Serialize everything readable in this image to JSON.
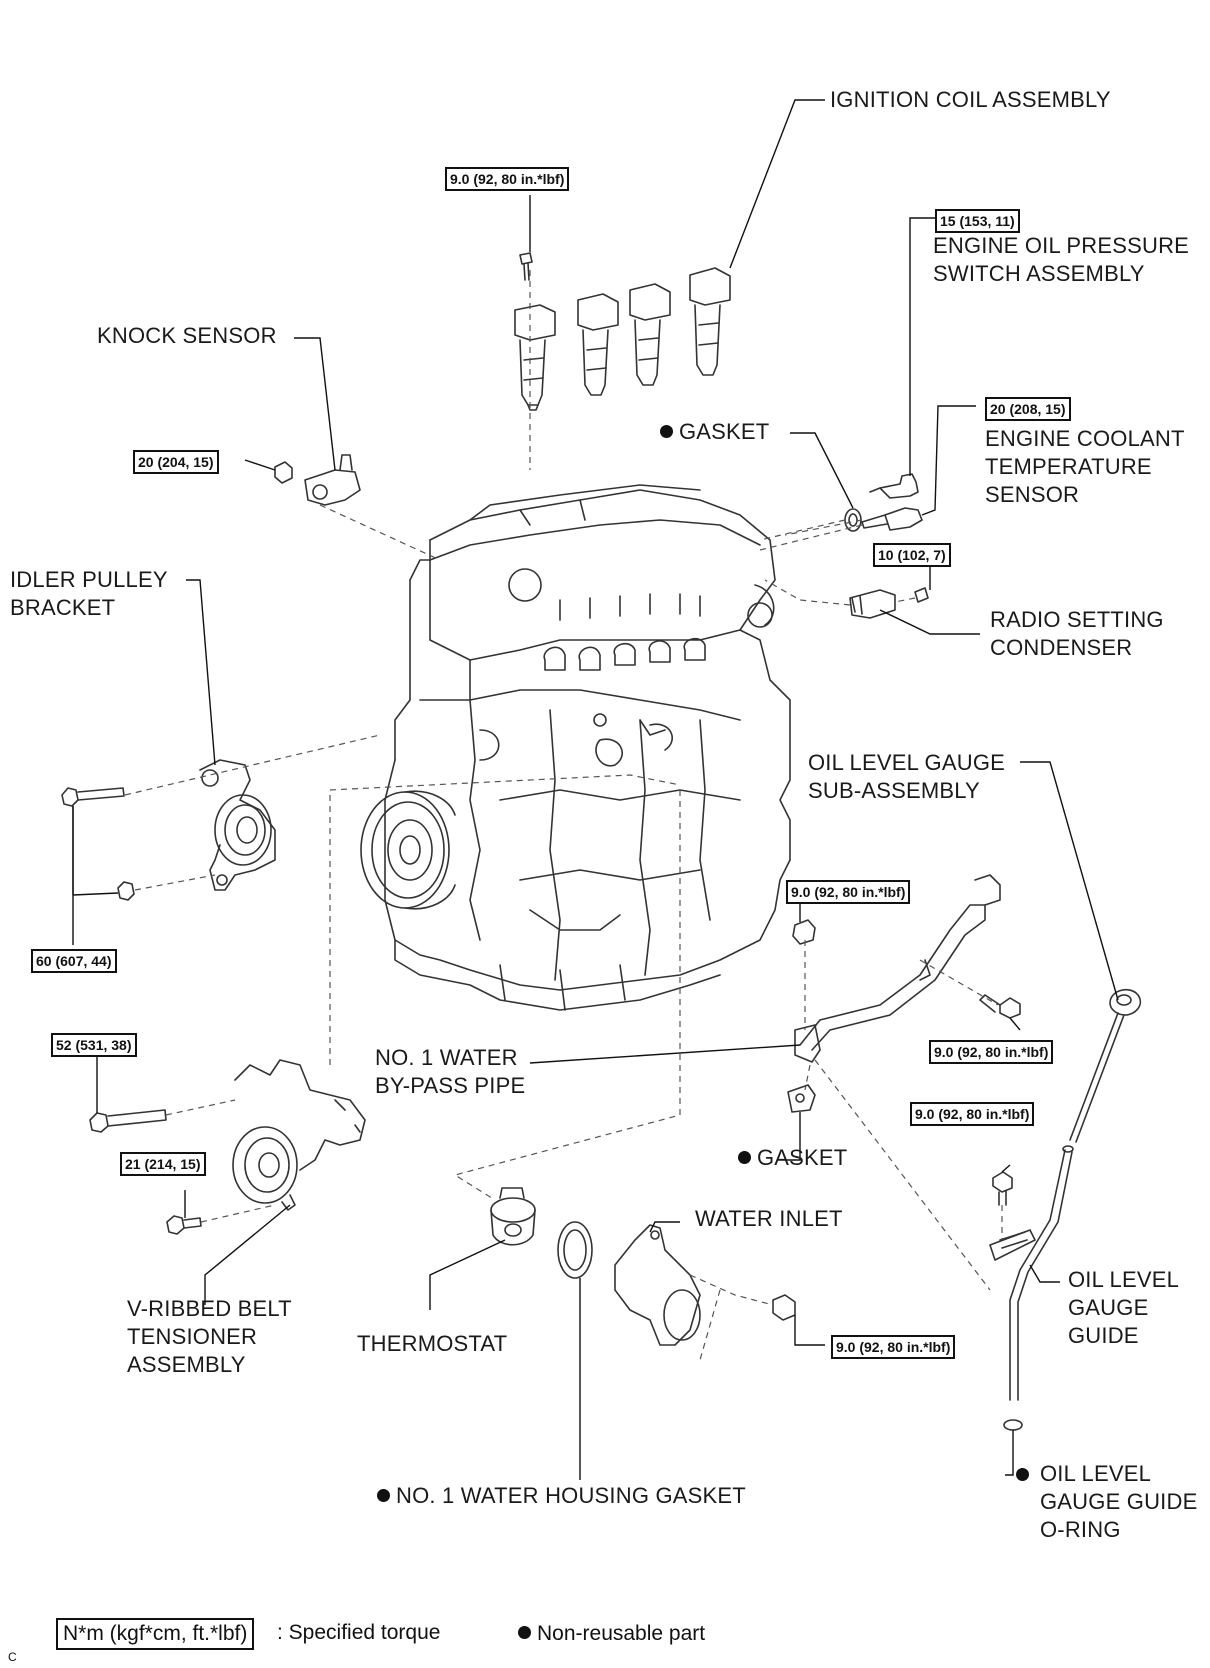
{
  "labels": {
    "ignition_coil": "IGNITION COIL ASSEMBLY",
    "oil_pressure_switch": "ENGINE OIL PRESSURE\nSWITCH ASSEMBLY",
    "knock_sensor": "KNOCK SENSOR",
    "gasket_top": "GASKET",
    "coolant_temp_sensor": "ENGINE COOLANT\nTEMPERATURE\nSENSOR",
    "idler_pulley_bracket": "IDLER PULLEY\nBRACKET",
    "radio_condenser": "RADIO SETTING\nCONDENSER",
    "oil_level_gauge": "OIL LEVEL GAUGE\nSUB-ASSEMBLY",
    "water_bypass_pipe": "NO. 1 WATER\nBY-PASS PIPE",
    "gasket_mid": "GASKET",
    "water_inlet": "WATER INLET",
    "oil_level_gauge_guide": "OIL LEVEL\nGAUGE\nGUIDE",
    "v_ribbed_belt_tensioner": "V-RIBBED BELT\nTENSIONER\nASSEMBLY",
    "thermostat": "THERMOSTAT",
    "water_housing_gasket": "NO. 1 WATER HOUSING GASKET",
    "oil_gauge_guide_oring": "OIL LEVEL\nGAUGE GUIDE\nO-RING"
  },
  "torques": {
    "ignition_coil_bolt": "9.0 (92, 80 in.*lbf)",
    "oil_pressure_switch": "15 (153, 11)",
    "coolant_temp_sensor": "20 (208, 15)",
    "knock_sensor_nut": "20 (204, 15)",
    "condenser_bolt": "10 (102, 7)",
    "idler_bracket": "60 (607, 44)",
    "bypass_pipe_nut": "9.0 (92, 80 in.*lbf)",
    "bypass_pipe_bolt": "9.0 (92, 80 in.*lbf)",
    "tensioner_bolt_long": "52 (531, 38)",
    "tensioner_bolt_short": "21 (214, 15)",
    "gauge_guide_bolt": "9.0 (92, 80 in.*lbf)",
    "water_inlet_nut": "9.0 (92, 80 in.*lbf)"
  },
  "legend": {
    "torque_box": "N*m (kgf*cm, ft.*lbf)",
    "torque_desc": ": Specified torque",
    "non_reusable": "Non-reusable part"
  },
  "corner_mark": "C"
}
